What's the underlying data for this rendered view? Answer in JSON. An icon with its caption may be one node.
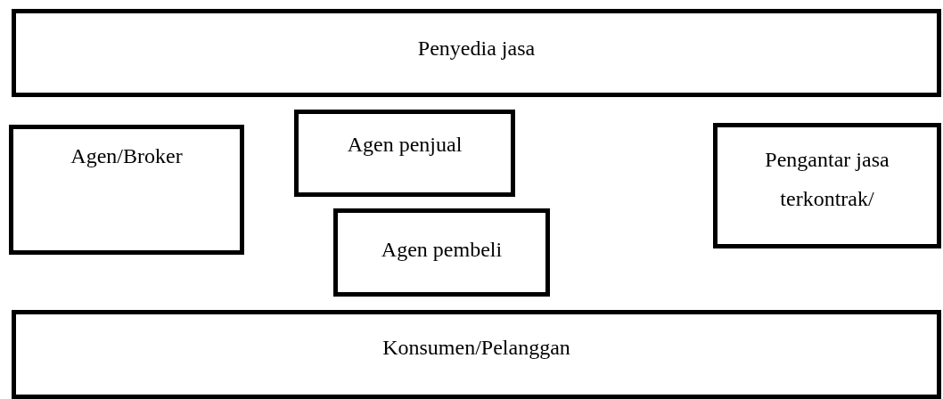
{
  "diagram": {
    "nodes": [
      {
        "text": [
          "Penyedia jasa"
        ]
      },
      {
        "text": [
          "Agen/Broker"
        ]
      },
      {
        "text": [
          "Agen penjual"
        ]
      },
      {
        "text": [
          "Pengantar jasa terkontrak/"
        ]
      },
      {
        "text": [
          "Agen pembeli"
        ]
      },
      {
        "text": [
          "Konsumen/Pelanggan"
        ]
      }
    ]
  }
}
